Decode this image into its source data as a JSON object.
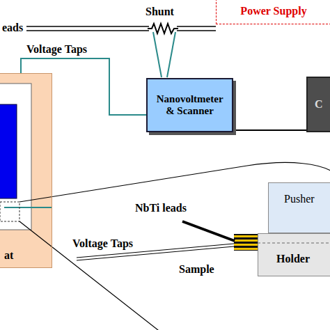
{
  "diagram": {
    "nodes": [
      {
        "text": [
          "Power Supply"
        ]
      },
      {
        "text": [
          "Nanovoltmeter & Scanner"
        ]
      },
      {
        "text": [
          "C"
        ]
      },
      {
        "text": [
          "at"
        ]
      },
      {
        "text": [
          "Pusher"
        ]
      },
      {
        "text": [
          "Holder"
        ]
      }
    ],
    "edges": [
      {
        "from": 1,
        "to": 2,
        "arrow": "none"
      },
      {
        "from": 3,
        "to": 1,
        "arrow": "none",
        "label": "Voltage Taps"
      }
    ],
    "labels": [
      "eads",
      "Shunt",
      "NbTi leads",
      "Voltage Taps",
      "Sample"
    ]
  }
}
